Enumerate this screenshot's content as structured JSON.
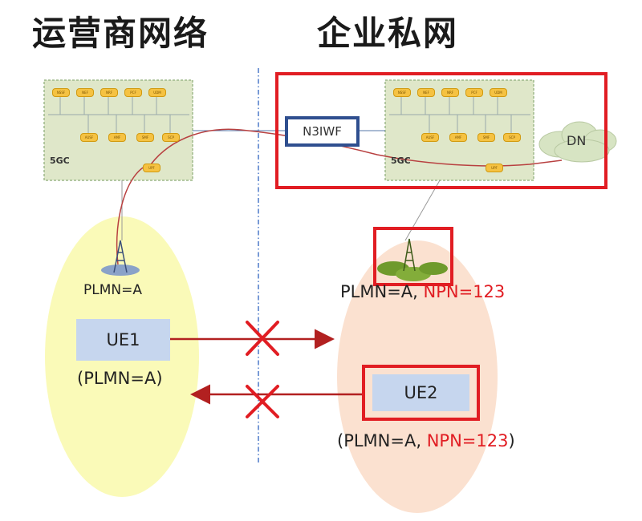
{
  "titles": {
    "left": "运营商网络",
    "right": "企业私网"
  },
  "core_left": {
    "label": "5GC",
    "top_modules": [
      "NSSF",
      "NEF",
      "NRF",
      "PCF",
      "UDM"
    ],
    "bottom_modules": [
      "AUSF",
      "AMF",
      "SMF",
      "SCP"
    ],
    "upf": "UPF"
  },
  "core_right": {
    "label": "5GC",
    "top_modules": [
      "NSSF",
      "NEF",
      "NRF",
      "PCF",
      "UDM"
    ],
    "bottom_modules": [
      "AUSF",
      "AMF",
      "SMF",
      "SCP"
    ],
    "upf": "UPF"
  },
  "n3iwf": "N3IWF",
  "dn": "DN",
  "left_cell": {
    "plmn": "PLMN=A",
    "ue_label": "UE1",
    "ue_plmn": "(PLMN=A)"
  },
  "right_cell": {
    "plmn_prefix": "PLMN=A, ",
    "npn": "NPN=123",
    "ue_label": "UE2",
    "ue_prefix": "(PLMN=A, ",
    "ue_npn": "NPN=123",
    "ue_suffix": ")"
  },
  "colors": {
    "highlight_red": "#e11d23",
    "arrow_red": "#b22020",
    "n3iwf_blue": "#2f4f8f",
    "core_bg": "#dfe7c9",
    "ue_fill": "#c6d6ee",
    "left_cell_fill": "#fafab8",
    "right_cell_fill": "#fbe1d0",
    "divider": "#4b78c8"
  }
}
